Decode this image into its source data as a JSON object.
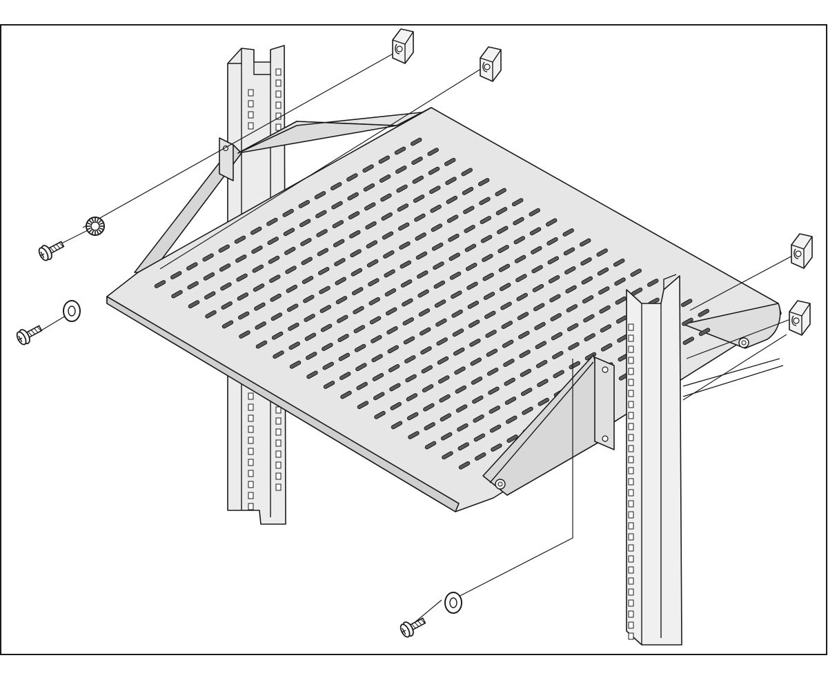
{
  "figure": {
    "title": "",
    "colors": {
      "background": "#ffffff",
      "line": "#1a1a1a",
      "metal": "#e6e6e6",
      "metal_shade": "#d2d2d2",
      "slot": "#5a5a5a"
    },
    "parts": [
      {
        "name": "cantilever-shelf",
        "icon": "vented-shelf-icon"
      },
      {
        "name": "rack-upright-rear",
        "icon": "rack-profile-icon"
      },
      {
        "name": "rack-upright-front",
        "icon": "rack-profile-icon"
      },
      {
        "name": "cage-nut",
        "count": 4,
        "icon": "cage-nut-icon"
      },
      {
        "name": "serrated-washer",
        "count": 1,
        "icon": "lock-washer-icon"
      },
      {
        "name": "plain-washer",
        "count": 2,
        "icon": "washer-icon"
      },
      {
        "name": "mounting-screw",
        "count": 3,
        "icon": "screw-icon"
      }
    ]
  }
}
